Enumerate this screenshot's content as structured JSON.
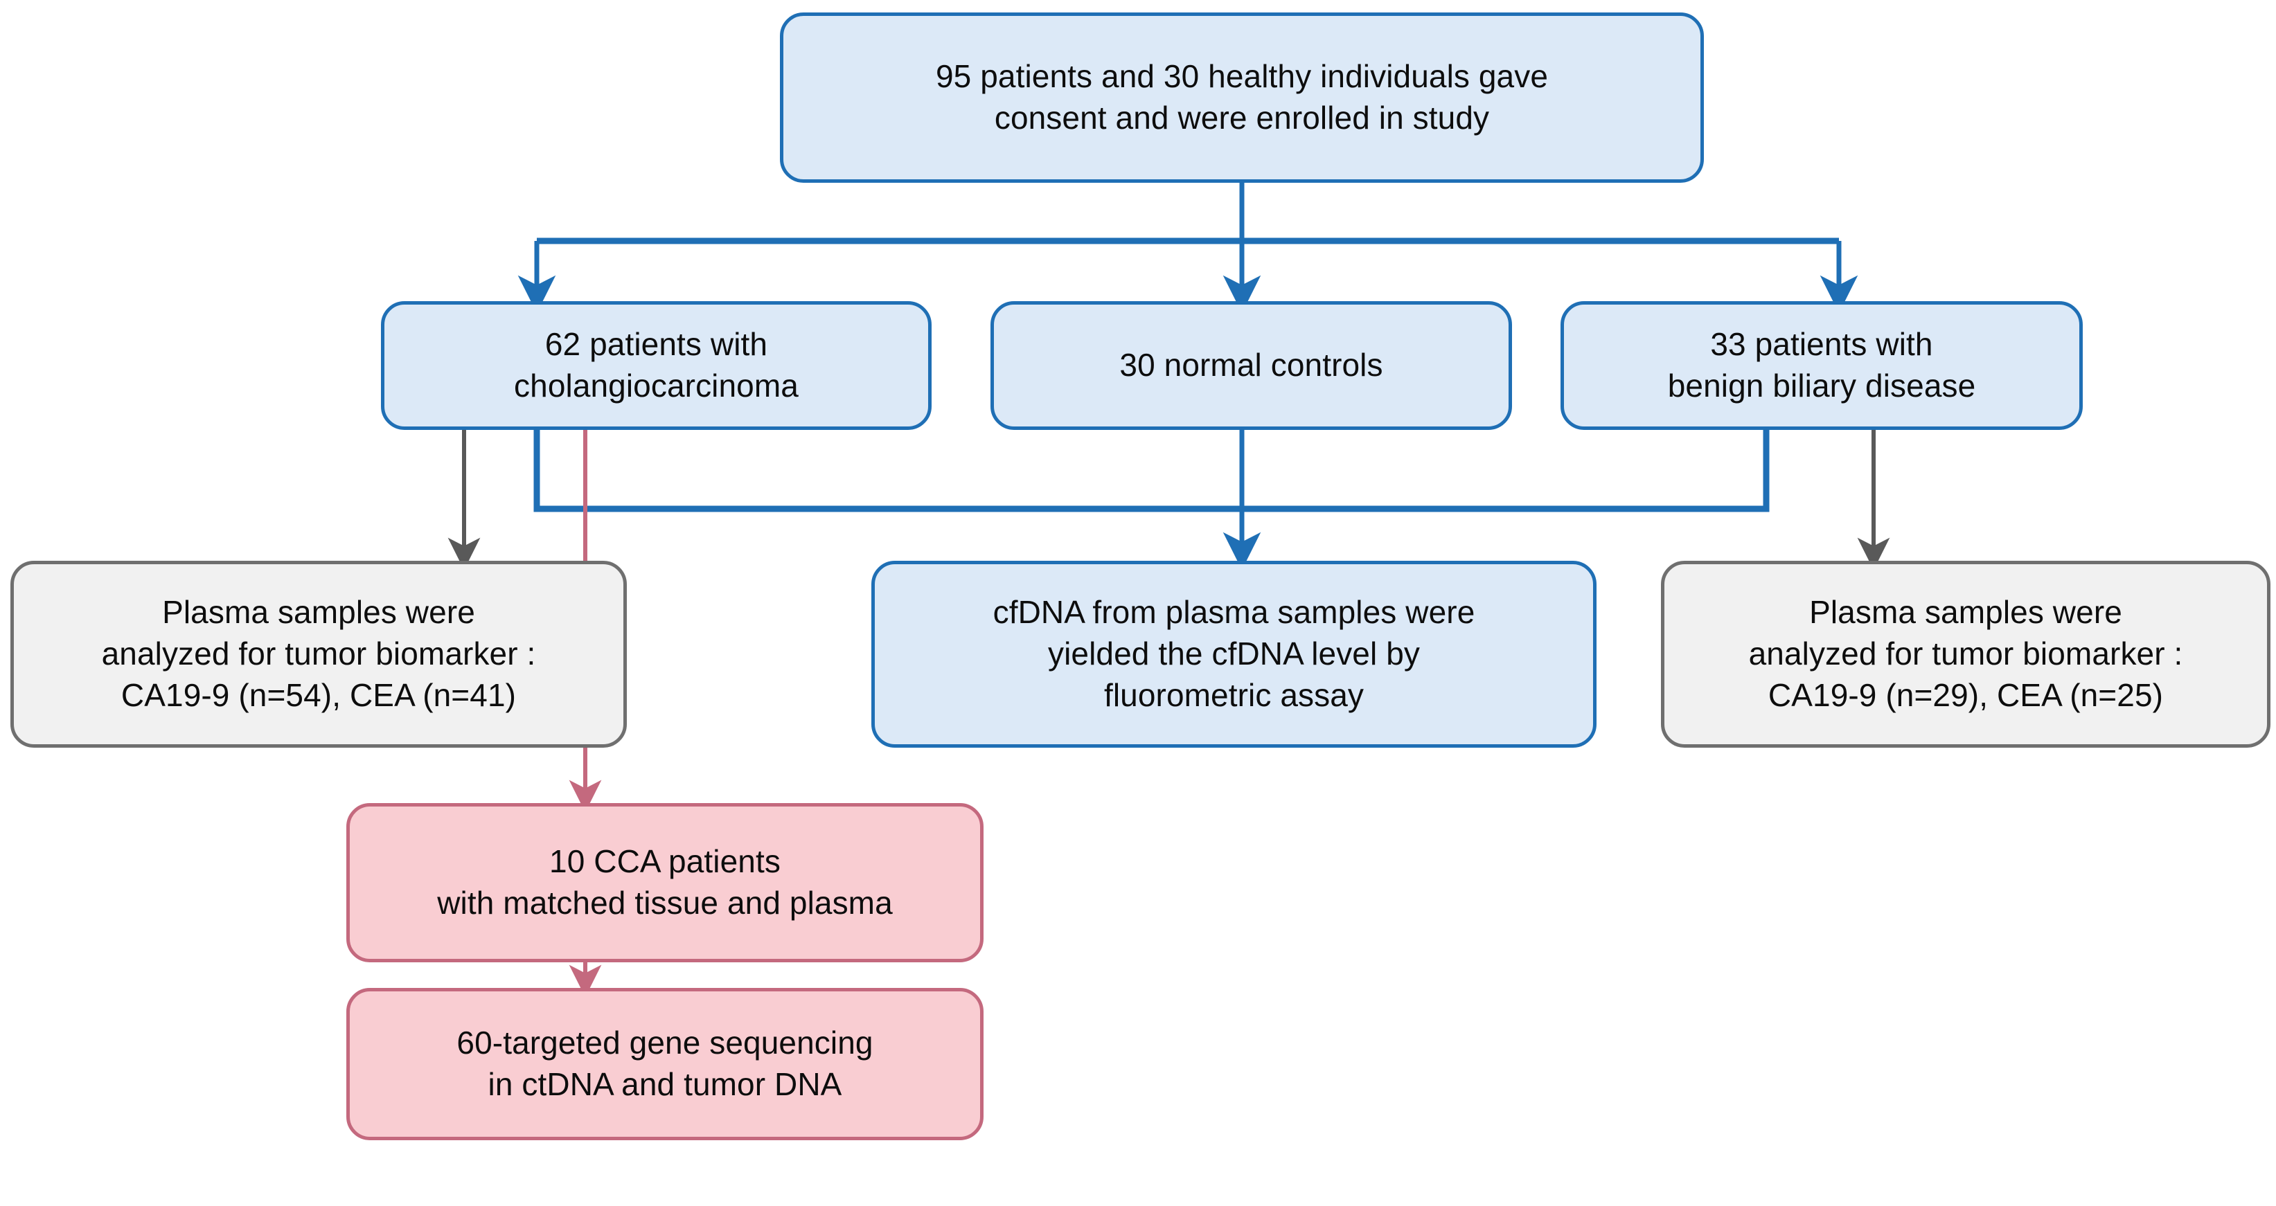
{
  "diagram": {
    "title": "Study enrollment and sample analysis flowchart",
    "colors": {
      "blue_fill": "#dce9f7",
      "blue_stroke": "#1f6fb5",
      "gray_fill": "#f1f1f1",
      "gray_stroke": "#6f6f6f",
      "pink_fill": "#f9cdd2",
      "pink_stroke": "#c4697e",
      "background": "#ffffff",
      "text": "#0d0d0d"
    },
    "nodes": [
      {
        "id": "enrollment",
        "style": "blue",
        "text": "95 patients and 30 healthy individuals gave\nconsent and were enrolled in study"
      },
      {
        "id": "cca",
        "style": "blue",
        "text": "62 patients with\ncholangiocarcinoma"
      },
      {
        "id": "normal-controls",
        "style": "blue",
        "text": "30 normal controls"
      },
      {
        "id": "benign",
        "style": "blue",
        "text": "33 patients with\nbenign biliary disease"
      },
      {
        "id": "biomarker-cca",
        "style": "gray",
        "text": "Plasma samples were\nanalyzed for tumor biomarker :\nCA19-9 (n=54), CEA (n=41)"
      },
      {
        "id": "cfdna",
        "style": "blue",
        "text": "cfDNA from plasma samples were\nyielded the cfDNA level by\nfluorometric assay"
      },
      {
        "id": "biomarker-benign",
        "style": "gray",
        "text": "Plasma samples were\nanalyzed for tumor biomarker :\nCA19-9 (n=29), CEA (n=25)"
      },
      {
        "id": "matched",
        "style": "pink",
        "text": "10 CCA patients\nwith matched tissue and plasma"
      },
      {
        "id": "sequencing",
        "style": "pink",
        "text": "60-targeted gene sequencing\nin ctDNA and tumor DNA"
      }
    ],
    "edges": [
      {
        "id": "enrollment-to-cca",
        "color": "#1f6fb5"
      },
      {
        "id": "enrollment-to-controls",
        "color": "#1f6fb5"
      },
      {
        "id": "enrollment-to-benign",
        "color": "#1f6fb5"
      },
      {
        "id": "cca-to-biomarker",
        "color": "#595959"
      },
      {
        "id": "cca-to-matched",
        "color": "#c4697e"
      },
      {
        "id": "cca-to-cfdna",
        "color": "#1f6fb5"
      },
      {
        "id": "controls-to-cfdna",
        "color": "#1f6fb5"
      },
      {
        "id": "benign-to-cfdna",
        "color": "#1f6fb5"
      },
      {
        "id": "benign-to-biomarker",
        "color": "#595959"
      },
      {
        "id": "matched-to-sequencing",
        "color": "#c4697e"
      }
    ]
  }
}
